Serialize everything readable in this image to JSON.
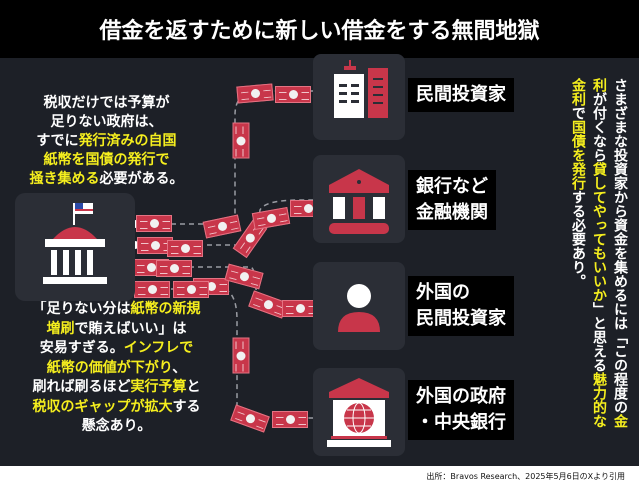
{
  "title": "借金を返すために新しい借金をする無間地獄",
  "left_top_text": [
    [
      {
        "t": "税収だけでは予算が",
        "hl": false
      }
    ],
    [
      {
        "t": "足りない政府は、",
        "hl": false
      }
    ],
    [
      {
        "t": "すでに",
        "hl": false
      },
      {
        "t": "発行済みの自国",
        "hl": true
      }
    ],
    [
      {
        "t": "紙幣を国債の発行で",
        "hl": true
      }
    ],
    [
      {
        "t": "掻き集める",
        "hl": true
      },
      {
        "t": "必要がある。",
        "hl": false
      }
    ]
  ],
  "left_bottom_text": [
    [
      {
        "t": "「足りない分は",
        "hl": false
      },
      {
        "t": "紙幣の新規",
        "hl": true
      }
    ],
    [
      {
        "t": "増刷",
        "hl": true
      },
      {
        "t": "で賄えばいい」は",
        "hl": false
      }
    ],
    [
      {
        "t": "安易すぎる。",
        "hl": false
      },
      {
        "t": "インフレで",
        "hl": true
      }
    ],
    [
      {
        "t": "紙幣の価値が下がり",
        "hl": true
      },
      {
        "t": "、",
        "hl": false
      }
    ],
    [
      {
        "t": "刷れば刷るほど",
        "hl": false
      },
      {
        "t": "実行予算",
        "hl": true
      },
      {
        "t": "と",
        "hl": false
      }
    ],
    [
      {
        "t": "税収のギャップが拡大",
        "hl": true
      },
      {
        "t": "する",
        "hl": false
      }
    ],
    [
      {
        "t": "懸念あり。",
        "hl": false
      }
    ]
  ],
  "right_text": [
    {
      "t": "さまざまな投資家から資金を集めるには「この程度の",
      "hl": false
    },
    {
      "t": "金利",
      "hl": true
    },
    {
      "t": "が付くなら",
      "hl": false
    },
    {
      "t": "貸してやってもいいか",
      "hl": true
    },
    {
      "t": "」と思える",
      "hl": false
    },
    {
      "t": "魅力的な金利",
      "hl": true
    },
    {
      "t": "で",
      "hl": false
    },
    {
      "t": "国債を発行",
      "hl": true
    },
    {
      "t": "する必要あり。",
      "hl": false
    }
  ],
  "lenders": [
    {
      "label": "民間投資家",
      "icon": "office-building-icon"
    },
    {
      "label": "銀行など\n金融機関",
      "icon": "bank-icon"
    },
    {
      "label": "外国の\n民間投資家",
      "icon": "person-icon"
    },
    {
      "label": "外国の政府\n・中央銀行",
      "icon": "central-bank-globe-icon"
    }
  ],
  "source": "出所：Bravos Research、2025年5月6日のXより引用",
  "colors": {
    "accent": "#c8364a",
    "highlight": "#f5ee1e",
    "background": "#1d2027"
  }
}
